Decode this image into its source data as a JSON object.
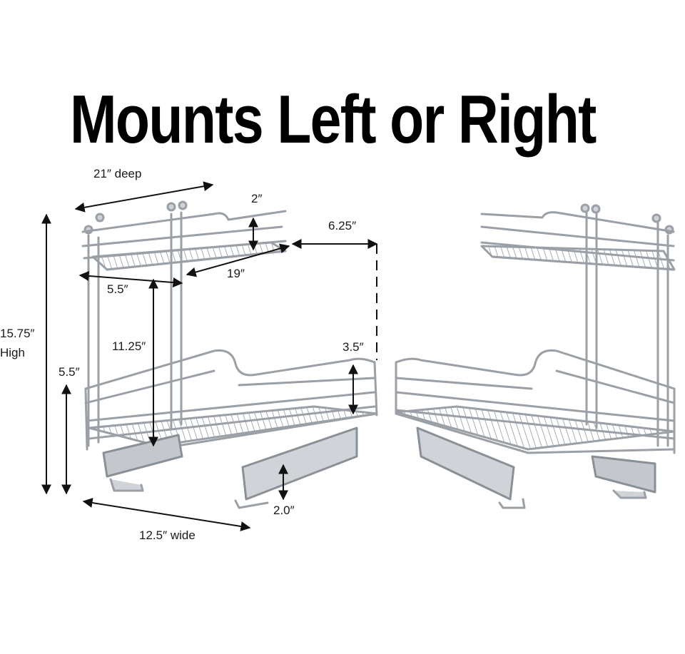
{
  "headline": "Mounts Left or Right",
  "dimensions": {
    "depth": "21″ deep",
    "top_rail": "2″",
    "offset": "6.25″",
    "top_width": "19″",
    "top_inset": "5.5″",
    "inner_height": "11.25″",
    "bottom_rail": "3.5″",
    "total_height": "15.75″",
    "total_height_word": "High",
    "lower_height": "5.5″",
    "slide_height": "2.0″",
    "width": "12.5″ wide"
  },
  "colors": {
    "chrome": "#9aa0a6",
    "chrome_light": "#d8dce0",
    "arrow": "#111111",
    "text": "#1a1a1a"
  }
}
